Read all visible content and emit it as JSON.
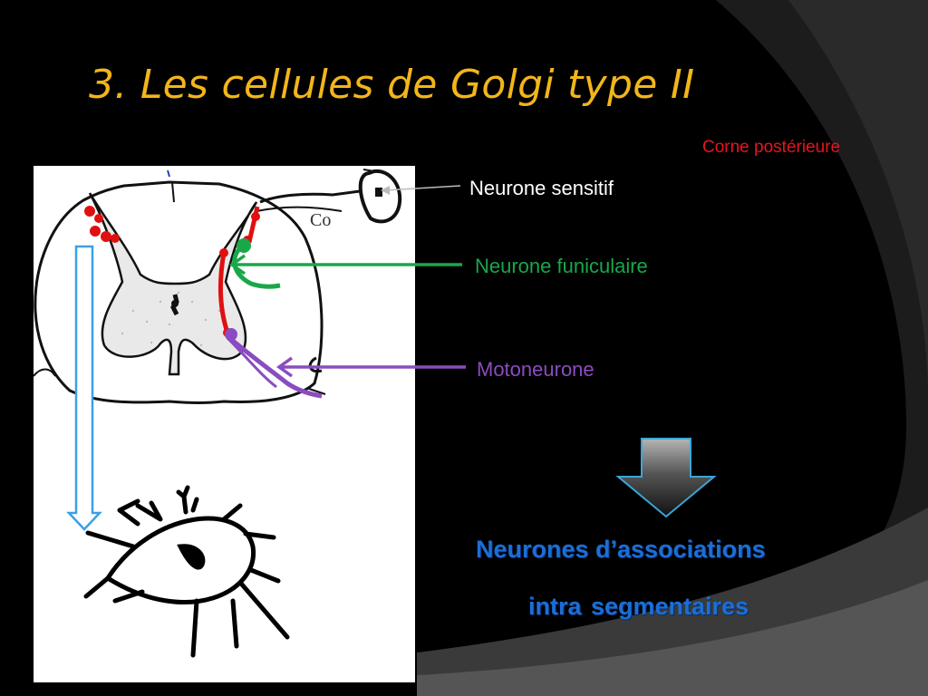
{
  "slide": {
    "title": "3. Les cellules de Golgi type II"
  },
  "labels": {
    "corne_posterieure": "Corne postérieure",
    "neurone_sensitif": "Neurone sensitif",
    "neurone_funiculaire": "Neurone funiculaire",
    "motoneurone": "Motoneurone",
    "figure_text": "Co"
  },
  "conclusion": {
    "line1": "Neurones d’associations",
    "line2": "intra  segmentaires"
  },
  "colors": {
    "title": "#f2b619",
    "corne": "#e8141e",
    "sensitif": "#ffffff",
    "funiculaire": "#18a84a",
    "motoneurone": "#8a4cc0",
    "conclusion": "#1a6fd6",
    "marks_red": "#e01010",
    "arrow_blue": "#3aa0e8"
  }
}
